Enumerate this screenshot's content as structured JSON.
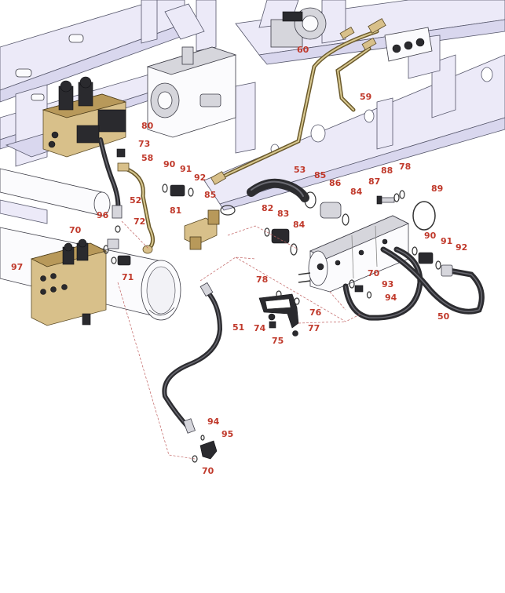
{
  "callouts": [
    {
      "id": "c60",
      "text": "60"
    },
    {
      "id": "c59",
      "text": "59"
    },
    {
      "id": "c80",
      "text": "80"
    },
    {
      "id": "c73",
      "text": "73"
    },
    {
      "id": "c58",
      "text": "58"
    },
    {
      "id": "c90a",
      "text": "90"
    },
    {
      "id": "c91a",
      "text": "91"
    },
    {
      "id": "c92a",
      "text": "92"
    },
    {
      "id": "c53",
      "text": "53"
    },
    {
      "id": "c85a",
      "text": "85"
    },
    {
      "id": "c86",
      "text": "86"
    },
    {
      "id": "c84a",
      "text": "84"
    },
    {
      "id": "c87",
      "text": "87"
    },
    {
      "id": "c88",
      "text": "88"
    },
    {
      "id": "c78a",
      "text": "78"
    },
    {
      "id": "c89",
      "text": "89"
    },
    {
      "id": "c52",
      "text": "52"
    },
    {
      "id": "c81",
      "text": "81"
    },
    {
      "id": "c85b",
      "text": "85"
    },
    {
      "id": "c82",
      "text": "82"
    },
    {
      "id": "c83",
      "text": "83"
    },
    {
      "id": "c84b",
      "text": "84"
    },
    {
      "id": "c96",
      "text": "96"
    },
    {
      "id": "c72",
      "text": "72"
    },
    {
      "id": "c70a",
      "text": "70"
    },
    {
      "id": "c71",
      "text": "71"
    },
    {
      "id": "c97",
      "text": "97"
    },
    {
      "id": "c90b",
      "text": "90"
    },
    {
      "id": "c91b",
      "text": "91"
    },
    {
      "id": "c92b",
      "text": "92"
    },
    {
      "id": "c70b",
      "text": "70"
    },
    {
      "id": "c93",
      "text": "93"
    },
    {
      "id": "c94a",
      "text": "94"
    },
    {
      "id": "c50",
      "text": "50"
    },
    {
      "id": "c78b",
      "text": "78"
    },
    {
      "id": "c76",
      "text": "76"
    },
    {
      "id": "c74",
      "text": "74"
    },
    {
      "id": "c77",
      "text": "77"
    },
    {
      "id": "c75",
      "text": "75"
    },
    {
      "id": "c51",
      "text": "51"
    },
    {
      "id": "c94b",
      "text": "94"
    },
    {
      "id": "c95",
      "text": "95"
    },
    {
      "id": "c70c",
      "text": "70"
    }
  ]
}
